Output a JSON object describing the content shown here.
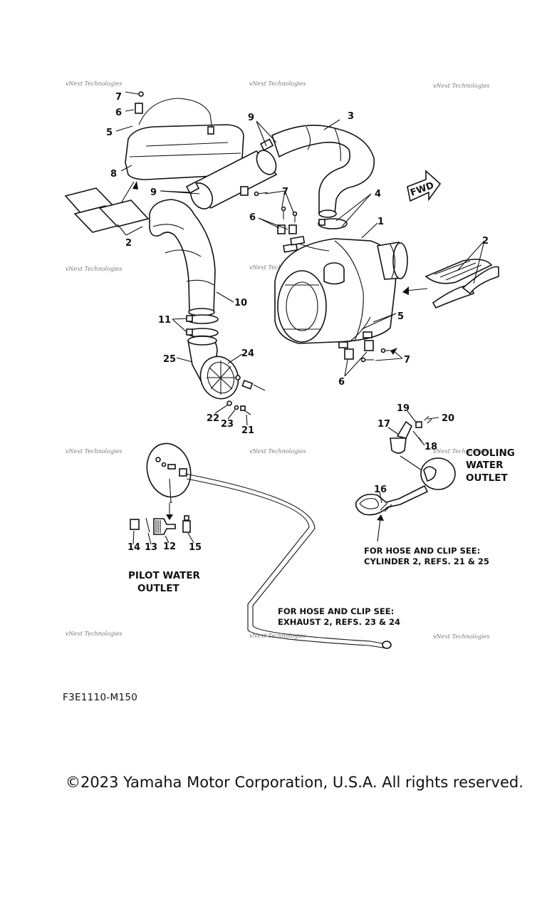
{
  "callouts": {
    "c1": "1",
    "c2a": "2",
    "c2b": "2",
    "c3": "3",
    "c4": "4",
    "c5a": "5",
    "c5b": "5",
    "c6a": "6",
    "c6b": "6",
    "c6c": "6",
    "c7a": "7",
    "c7b": "7",
    "c7c": "7",
    "c8": "8",
    "c9a": "9",
    "c9b": "9",
    "c10": "10",
    "c11": "11",
    "c12": "12",
    "c13": "13",
    "c14": "14",
    "c15": "15",
    "c16": "16",
    "c17": "17",
    "c18": "18",
    "c19": "19",
    "c20": "20",
    "c21": "21",
    "c22": "22",
    "c23": "23",
    "c24": "24",
    "c25": "25"
  },
  "fwd_label": "FWD",
  "labels": {
    "cooling_1": "COOLING",
    "cooling_2": "WATER",
    "cooling_3": "OUTLET",
    "pilot_1": "PILOT WATER",
    "pilot_2": "OUTLET"
  },
  "notes": {
    "cyl_1": "FOR HOSE AND CLIP SEE:",
    "cyl_2": "CYLINDER 2, REFS. 21 & 25",
    "exh_1": "FOR HOSE AND CLIP SEE:",
    "exh_2": "EXHAUST 2, REFS. 23 & 24"
  },
  "watermark": "vNext Technologies",
  "diagram_code": "F3E1110-M150",
  "copyright": "©2023 Yamaha Motor Corporation, U.S.A. All rights reserved."
}
